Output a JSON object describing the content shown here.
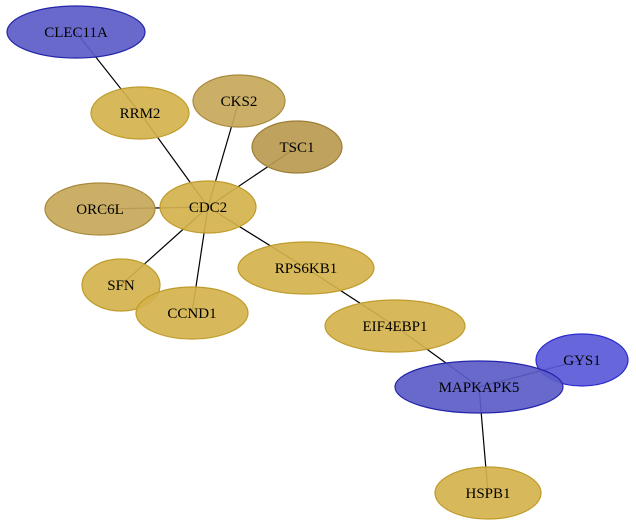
{
  "graph": {
    "colors": {
      "gold": "#d4b24c",
      "gold_stroke": "#bf9c2c",
      "tan": "#c8a85a",
      "tan_stroke": "#a88a3c",
      "olive": "#b89a50",
      "olive_stroke": "#9c7e34",
      "blue": "#5c5cc8",
      "blue_stroke": "#2424aa",
      "bright_blue": "#5a5ad8",
      "bright_blue_stroke": "#2a2ad0"
    },
    "nodes": [
      {
        "id": "CLEC11A",
        "label": "CLEC11A",
        "color": "blue"
      },
      {
        "id": "RRM2",
        "label": "RRM2",
        "color": "gold"
      },
      {
        "id": "CKS2",
        "label": "CKS2",
        "color": "tan"
      },
      {
        "id": "TSC1",
        "label": "TSC1",
        "color": "olive"
      },
      {
        "id": "ORC6L",
        "label": "ORC6L",
        "color": "tan"
      },
      {
        "id": "CDC2",
        "label": "CDC2",
        "color": "gold"
      },
      {
        "id": "RPS6KB1",
        "label": "RPS6KB1",
        "color": "gold"
      },
      {
        "id": "SFN",
        "label": "SFN",
        "color": "gold"
      },
      {
        "id": "CCND1",
        "label": "CCND1",
        "color": "gold"
      },
      {
        "id": "EIF4EBP1",
        "label": "EIF4EBP1",
        "color": "gold"
      },
      {
        "id": "GYS1",
        "label": "GYS1",
        "color": "bright_blue"
      },
      {
        "id": "MAPKAPK5",
        "label": "MAPKAPK5",
        "color": "blue"
      },
      {
        "id": "HSPB1",
        "label": "HSPB1",
        "color": "gold"
      }
    ],
    "edges": [
      [
        "CLEC11A",
        "RRM2"
      ],
      [
        "RRM2",
        "CDC2"
      ],
      [
        "CKS2",
        "CDC2"
      ],
      [
        "TSC1",
        "CDC2"
      ],
      [
        "ORC6L",
        "CDC2"
      ],
      [
        "CDC2",
        "SFN"
      ],
      [
        "CDC2",
        "CCND1"
      ],
      [
        "CDC2",
        "RPS6KB1"
      ],
      [
        "RPS6KB1",
        "EIF4EBP1"
      ],
      [
        "EIF4EBP1",
        "MAPKAPK5"
      ],
      [
        "MAPKAPK5",
        "GYS1"
      ],
      [
        "MAPKAPK5",
        "HSPB1"
      ]
    ]
  }
}
